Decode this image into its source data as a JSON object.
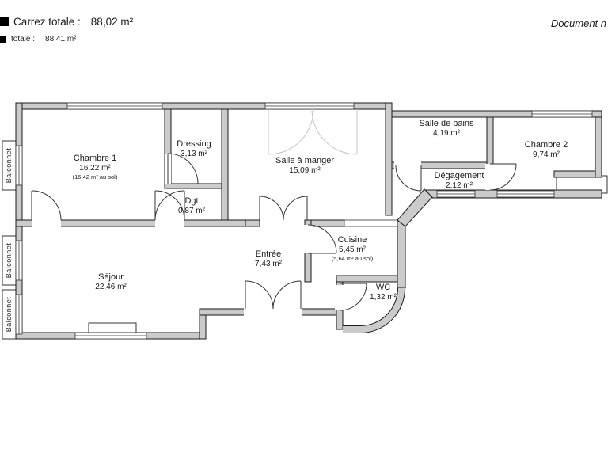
{
  "header": {
    "carrez_label": "Carrez totale :",
    "carrez_value": "88,02 m²",
    "total_label": "totale :",
    "total_value": "88,41 m²",
    "document_ref": "Document n"
  },
  "rooms": [
    {
      "name": "Chambre 1",
      "area": "16,22 m²",
      "sub": "(16,42 m² au sol)"
    },
    {
      "name": "Dressing",
      "area": "3,13 m²"
    },
    {
      "name": "Dgt",
      "area": "0,87 m²"
    },
    {
      "name": "Salle à manger",
      "area": "15,09 m²"
    },
    {
      "name": "Salle de bains",
      "area": "4,19 m²"
    },
    {
      "name": "Dégagement",
      "area": "2,12 m²"
    },
    {
      "name": "Chambre 2",
      "area": "9,74 m²"
    },
    {
      "name": "Séjour",
      "area": "22,46 m²"
    },
    {
      "name": "Entrée",
      "area": "7,43 m²"
    },
    {
      "name": "Cuisine",
      "area": "5,45 m²",
      "sub": "(5,64 m² au sol)"
    },
    {
      "name": "WC",
      "area": "1,32 m²"
    }
  ],
  "balcony_label": "Balconnet",
  "colors": {
    "wall_fill": "#cbcbcb",
    "wall_stroke": "#1a1a1a"
  }
}
